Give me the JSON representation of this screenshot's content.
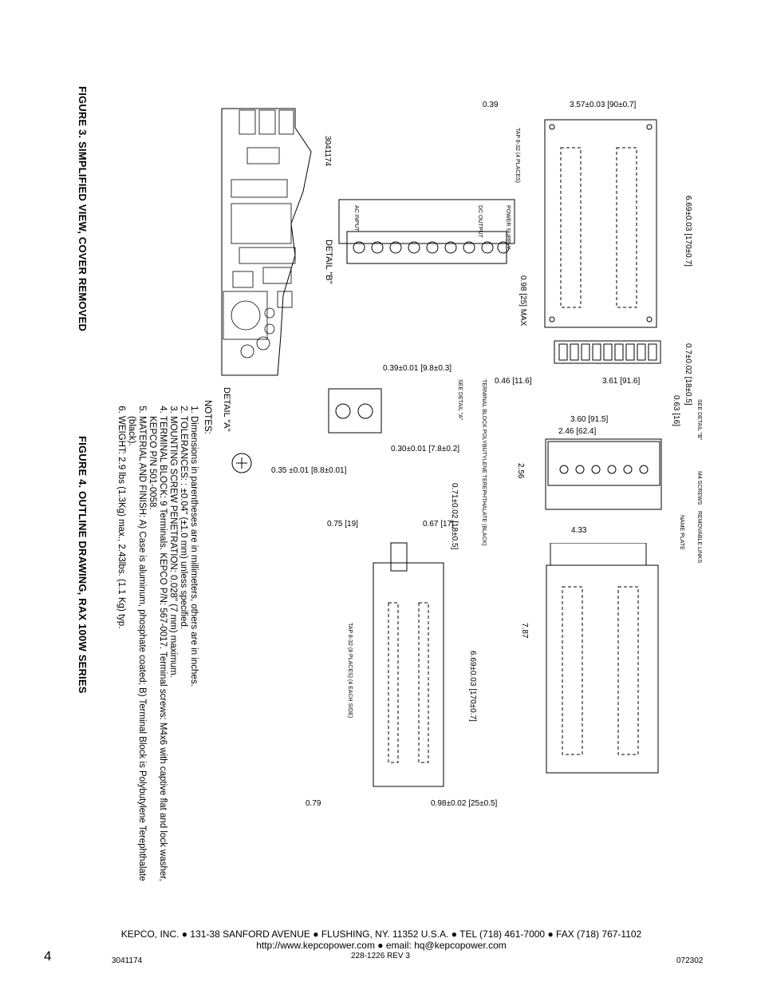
{
  "figure3": {
    "title": "FIGURE 3.  SIMPLIFIED VIEW, COVER REMOVED",
    "part_number": "3041174",
    "detail_a": "DETAIL \"A\"",
    "detail_b": "DETAIL \"B\""
  },
  "figure4": {
    "title": "FIGURE 4.  OUTLINE DRAWING, RAX 100W SERIES"
  },
  "notes": {
    "heading": "NOTES:",
    "items": [
      "Dimensions in parentheses are in millimeters, others are in inches.",
      "TOLERANCES: : ±0.04\" (±1.0 mm) unless specified.",
      "MOUNTING SCREW PENETRATION: 0.028\" (7 mm) maximum.",
      "TERMINAL BLOCK: 9 Terminals. KEPCO P/N: 567-0017. Terminal screws: M4x6 with captive flat and lock washer, KEPCO P/N 501-0058.",
      "MATERIAL AND FINISH: A) Case is aluminum, phosphate coated; B) Terminal Block is Polybutylene Terephthalate (black).",
      "WEIGHT: 2.9 lbs (1.3Kg) max., 2.43lbs. (1.1 Kg) typ."
    ]
  },
  "dims": {
    "d1": "0.39",
    "d2": "3.57±0.03 [90±0.7]",
    "d3": "6.69±0.03 [170±0.7]",
    "d4": "0.98 [25] MAX",
    "d5": "0.7±0.02 [18±0.5]",
    "d6": "0.63 [16]",
    "d7": "0.46 [11.6]",
    "d8": "3.61 [91.6]",
    "d9": "0.39±0.01 [9.8±0.3]",
    "d10": "0.30±0.01 [7.8±0.2]",
    "d11": "0.35 ±0.01 [8.8±0.01]",
    "d12": "3.60 [91.5]",
    "d13": "2.46 [62.4]",
    "d14": "2.56",
    "d15": "0.71±0.02 [18±0.5]",
    "d16": "0.75 [19]",
    "d17": "0.67 [17]",
    "d18": "4.33",
    "d19": "6.69±0.03 [170±0.7]",
    "d20": "7.87",
    "d21": "0.79",
    "d22": "0.98±0.02 [25±0.5]",
    "tap1": "TAP 8-32 (4 PLACES)",
    "tap2": "TAP 8-32 (8 PLACES) (4 EACH SIDE)",
    "see_b": "SEE DETAIL \"B\"",
    "see_a": "SEE DETAIL \"A\"",
    "m4": "M4 SCREWS",
    "name_plate": "NAME PLATE",
    "links": "REMOVABLE LINKS",
    "tb_note": "TERMINAL BLOCK POLYBUTYLENE TEREPHTHALATE (BLACK)",
    "power_supply": "POWER SUPPLY",
    "ac_input": "AC INPUT",
    "dc_output": "DC OUTPUT"
  },
  "footer": {
    "company": "KEPCO, INC.",
    "address": "131-38 SANFORD AVENUE",
    "city": "FLUSHING, NY. 11352 U.S.A.",
    "tel": "TEL (718) 461-7000",
    "fax": "FAX (718) 767-1102",
    "web": "http://www.kepcopower.com",
    "email": "email: hq@kepcopower.com",
    "page": "4",
    "left_code": "3041174",
    "doc": "228-1226 REV 3",
    "date": "072302"
  }
}
